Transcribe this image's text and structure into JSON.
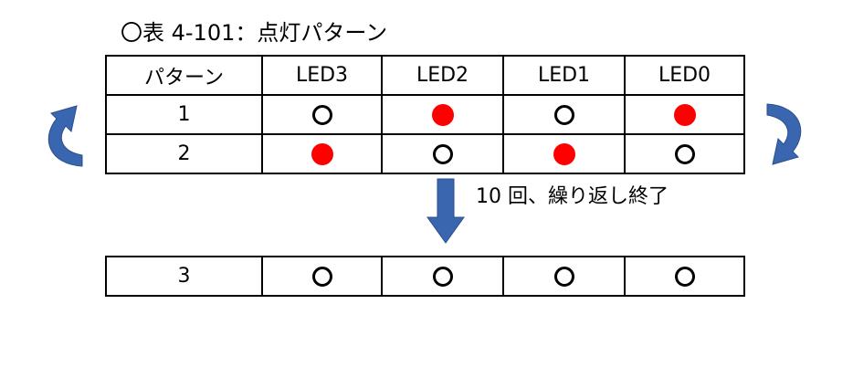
{
  "caption": "〇表 4-101：点灯パターン",
  "colors": {
    "led_on": "#ff0000",
    "arrow": "#3a66b0",
    "arrow_edge": "#2b4f8e",
    "border": "#000000"
  },
  "table": {
    "headers": [
      "パターン",
      "LED3",
      "LED2",
      "LED1",
      "LED0"
    ],
    "rows": [
      {
        "label": "1",
        "leds": [
          "off",
          "on",
          "off",
          "on"
        ]
      },
      {
        "label": "2",
        "leds": [
          "on",
          "off",
          "on",
          "off"
        ]
      }
    ]
  },
  "loop_note": "10 回、繰り返し終了",
  "final_row": {
    "label": "3",
    "leds": [
      "off",
      "off",
      "off",
      "off"
    ]
  },
  "icons": {
    "left": "curved-arrow-up-icon",
    "right": "curved-arrow-down-icon",
    "down": "arrow-down-icon"
  }
}
